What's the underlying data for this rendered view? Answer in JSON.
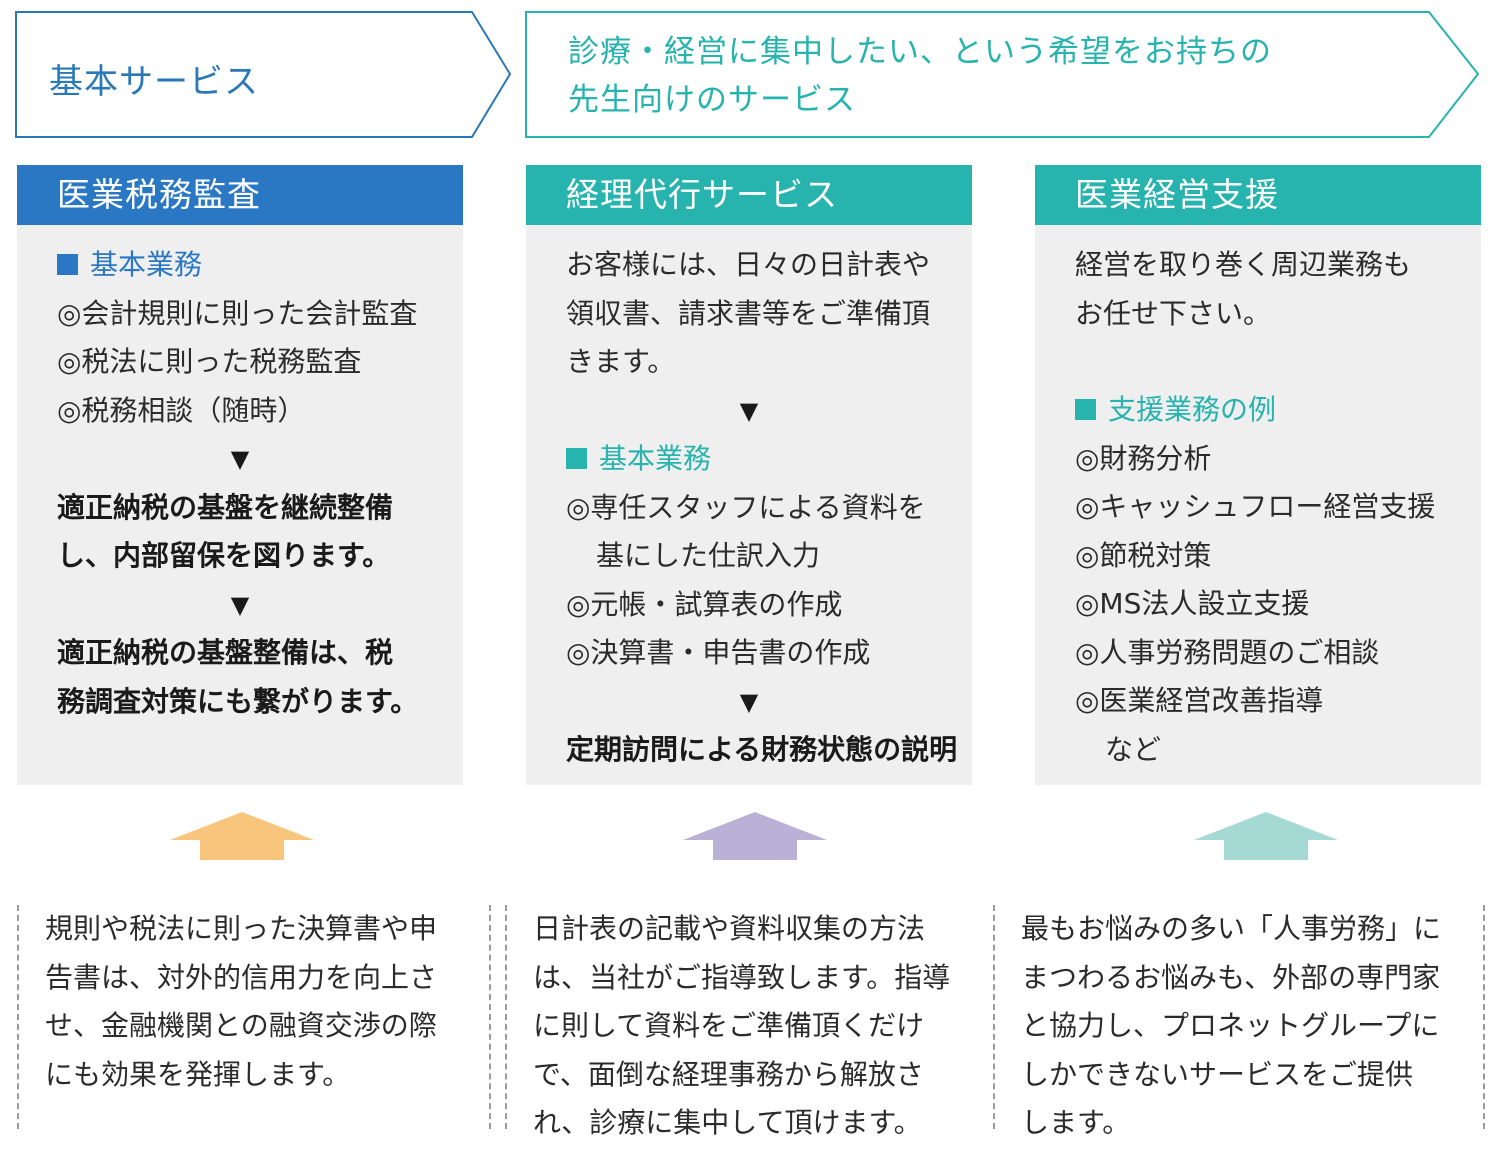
{
  "banners": {
    "basic": {
      "label": "基本サービス",
      "color": "#2a78b8"
    },
    "focus": {
      "line1": "診療・経営に集中したい、という希望をお持ちの",
      "line2": "先生向けのサービス",
      "color": "#27b3ae"
    }
  },
  "columns": [
    {
      "title": "医業税務監査",
      "header_color": "#2a78c4",
      "section": "基本業務",
      "items": [
        "◎会計規則に則った会計監査",
        "◎税法に則った税務監査",
        "◎税務相談（随時）"
      ],
      "arrow": "▼",
      "result1": [
        "適正納税の基盤を継続整備",
        "し、内部留保を図ります。"
      ],
      "result2": [
        "適正納税の基盤整備は、税",
        "務調査対策にも繋がります。"
      ]
    },
    {
      "title": "経理代行サービス",
      "header_color": "#27b3ae",
      "intro": [
        "お客様には、日々の日計表や",
        "領収書、請求書等をご準備頂",
        "きます。"
      ],
      "arrow": "▼",
      "section": "基本業務",
      "items": [
        "◎専任スタッフによる資料を",
        "基にした仕訳入力",
        "◎元帳・試算表の作成",
        "◎決算書・申告書の作成"
      ],
      "result": "定期訪問による財務状態の説明"
    },
    {
      "title": "医業経営支援",
      "header_color": "#27b3ae",
      "intro": [
        "経営を取り巻く周辺業務も",
        "お任せ下さい。"
      ],
      "section": "支援業務の例",
      "items": [
        "◎財務分析",
        "◎キャッシュフロー経営支援",
        "◎節税対策",
        "◎MS法人設立支援",
        "◎人事労務問題のご相談",
        "◎医業経営改善指導",
        "など"
      ]
    }
  ],
  "up_arrows": {
    "colors": [
      "#f7c57b",
      "#b9b2d6",
      "#a5d9d3"
    ]
  },
  "notes": [
    [
      "規則や税法に則った決算書や申",
      "告書は、対外的信用力を向上さ",
      "せ、金融機関との融資交渉の際",
      "にも効果を発揮します。"
    ],
    [
      "日計表の記載や資料収集の方法",
      "は、当社がご指導致します。指導",
      "に則して資料をご準備頂くだけ",
      "で、面倒な経理事務から解放さ",
      "れ、診療に集中して頂けます。"
    ],
    [
      "最もお悩みの多い「人事労務」に",
      "まつわるお悩みも、外部の専門家",
      "と協力し、プロネットグループに",
      "しかできないサービスをご提供",
      "します。"
    ]
  ]
}
